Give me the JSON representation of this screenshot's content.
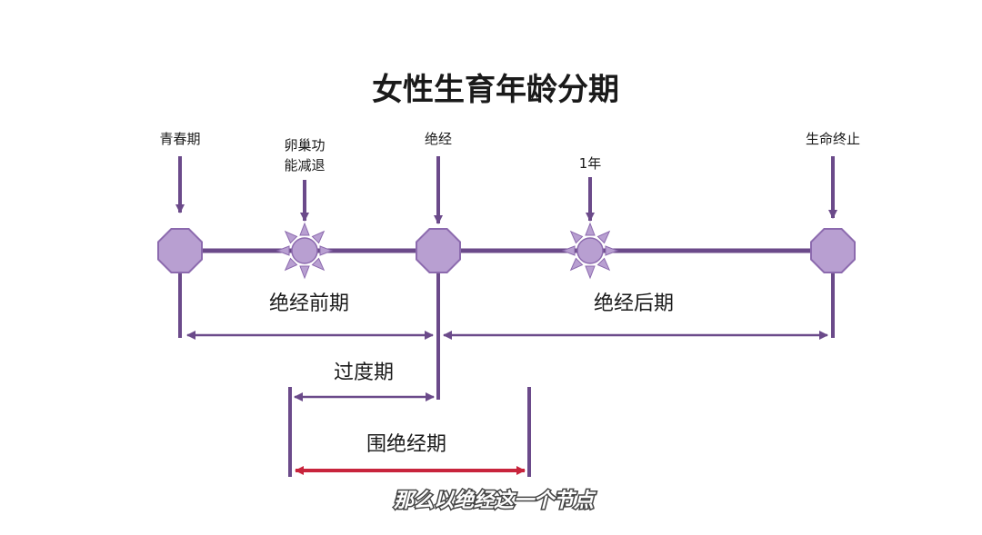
{
  "title": "女性生育年龄分期",
  "events": {
    "puberty": "青春期",
    "ovarian_decline_line1": "卵巢功",
    "ovarian_decline_line2": "能减退",
    "menopause": "绝经",
    "one_year": "1年",
    "end_of_life": "生命终止"
  },
  "periods": {
    "premenopause": "绝经前期",
    "postmenopause": "绝经后期",
    "transition": "过度期",
    "perimenopause": "围绝经期"
  },
  "subtitle": "那么以绝经这一个节点",
  "colors": {
    "line": "#6b4a8a",
    "node_fill": "#b89fd1",
    "node_stroke": "#8c6aae",
    "highlight": "#c8243c"
  }
}
